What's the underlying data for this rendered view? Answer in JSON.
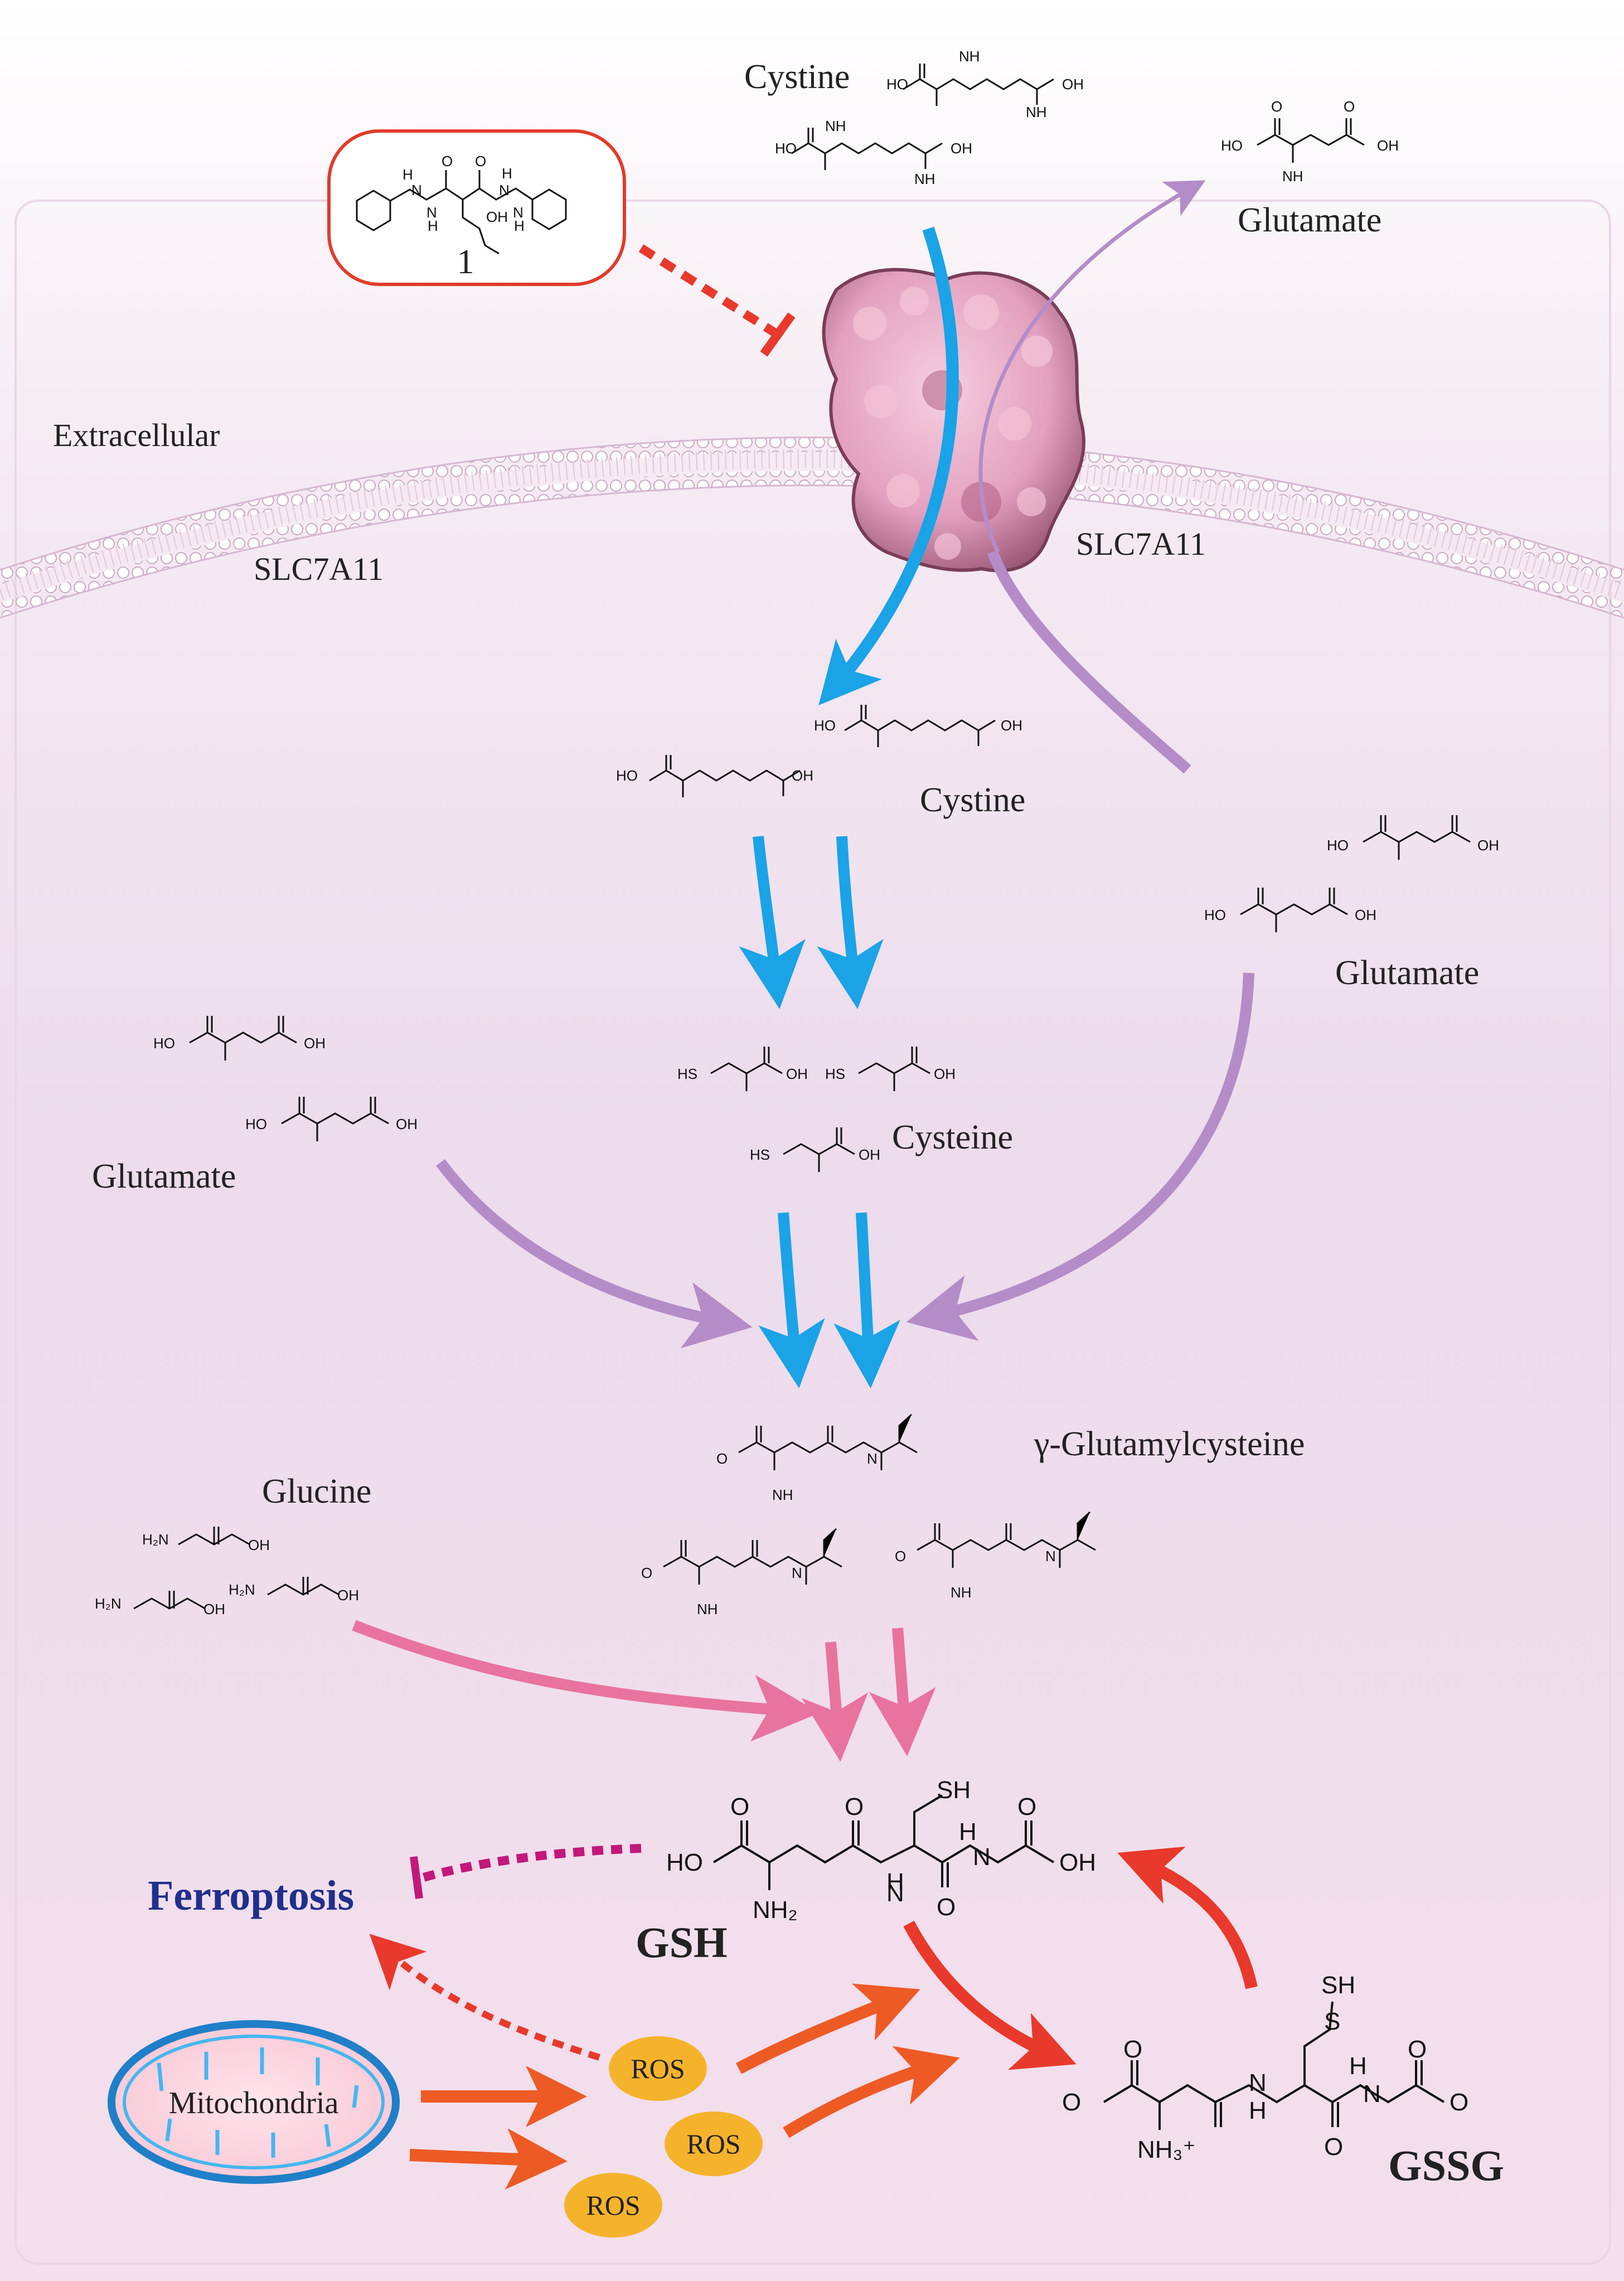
{
  "labels": {
    "cystine_top": "Cystine",
    "glutamate_top": "Glutamate",
    "compound_number": "1",
    "extracellular": "Extracellular",
    "slc7a11_left": "SLC7A11",
    "slc7a11_right": "SLC7A11",
    "cystine_inside": "Cystine",
    "glutamate_right": "Glutamate",
    "glutamate_left": "Glutamate",
    "cysteine": "Cysteine",
    "gamma_glutamylcysteine": "γ-Glutamylcysteine",
    "glucine": "Glucine",
    "ferroptosis": "Ferroptosis",
    "gsh": "GSH",
    "gssg": "GSSG",
    "mitochondria": "Mitochondria",
    "ros_1": "ROS",
    "ros_2": "ROS",
    "ros_3": "ROS"
  },
  "colors": {
    "cystine_flow": "#1aa3e6",
    "glutamate_flow": "#b48cc8",
    "glycine_flow": "#e8739e",
    "ros_flow": "#ee5a24",
    "gssg_recycle": "#e8392c",
    "inhibitor": "#e8392c",
    "gsh_inhibition": "#c2187a",
    "ferroptosis_text": "#1f2f8c",
    "ros_fill": "#f5b32c",
    "membrane_head": "#ffffff",
    "protein": "#e8a8c4"
  },
  "icons": {
    "transporter": "protein-surface-icon",
    "membrane": "lipid-bilayer-icon",
    "organelle": "mitochondrion-icon"
  }
}
